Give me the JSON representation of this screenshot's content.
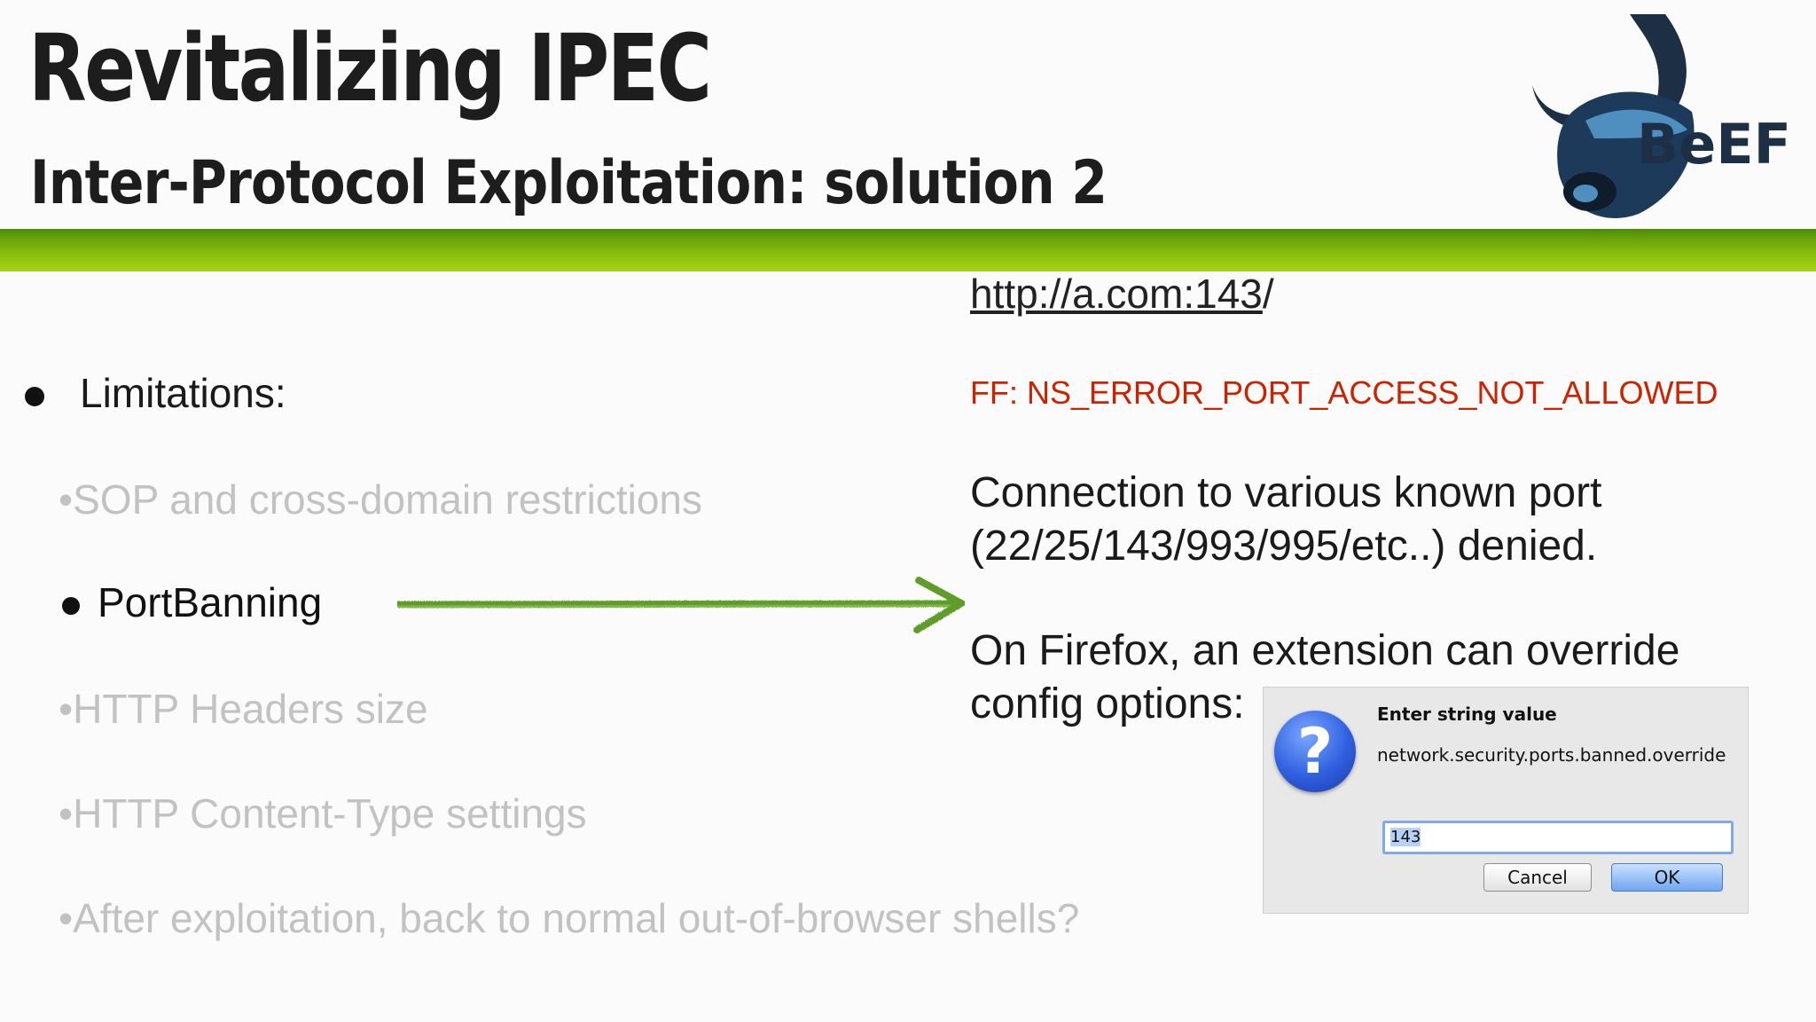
{
  "slide": {
    "title": "Revitalizing IPEC",
    "subtitle": "Inter-Protocol Exploitation: solution 2",
    "logo_text": "BeEF",
    "main_bullet": "Limitations:",
    "sub_bullets": [
      "•SOP and cross-domain restrictions",
      "PortBanning",
      "•HTTP Headers size",
      "•HTTP Content-Type settings",
      "•After exploitation, back to normal out-of-browser shells?"
    ],
    "url_link": "http://a.com:143",
    "url_suffix": "/",
    "error_text": "FF: NS_ERROR_PORT_ACCESS_NOT_ALLOWED",
    "para1_line1": "Connection to various known port",
    "para1_line2": "(22/25/143/993/995/etc..) denied.",
    "para2_line1": "On Firefox, an extension can override",
    "para2_line2": "config options:"
  },
  "dialog": {
    "title": "Enter string value",
    "key": "network.security.ports.banned.override",
    "input_value": "143",
    "cancel_label": "Cancel",
    "ok_label": "OK",
    "icon": "question-icon"
  },
  "colors": {
    "accent_green": "#6fa90a",
    "error_red": "#cc2200",
    "dimmed_text": "#c2c2c2"
  }
}
